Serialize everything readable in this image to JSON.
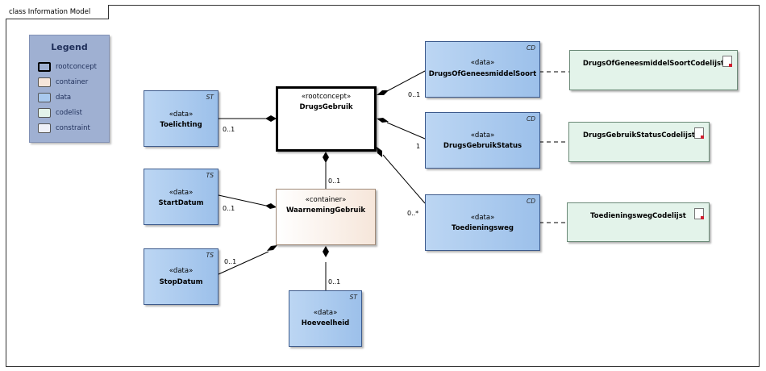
{
  "frame": {
    "title": "class Information Model"
  },
  "legend": {
    "title": "Legend",
    "items": [
      {
        "label": "rootconcept",
        "color": "#ffffff"
      },
      {
        "label": "container",
        "color": "#f6e6da"
      },
      {
        "label": "data",
        "color": "#a9c9ee"
      },
      {
        "label": "codelist",
        "color": "#e3f3ea"
      },
      {
        "label": "constraint",
        "color": "#eef0f8"
      }
    ]
  },
  "classes": {
    "drugsgebruik": {
      "stereotype": "«rootconcept»",
      "name": "DrugsGebruik"
    },
    "waarneminggebruik": {
      "stereotype": "«container»",
      "name": "WaarnemingGebruik"
    },
    "toelichting": {
      "stereotype": "«data»",
      "name": "Toelichting",
      "tag": "ST"
    },
    "startdatum": {
      "stereotype": "«data»",
      "name": "StartDatum",
      "tag": "TS"
    },
    "stopdatum": {
      "stereotype": "«data»",
      "name": "StopDatum",
      "tag": "TS"
    },
    "hoeveelheid": {
      "stereotype": "«data»",
      "name": "Hoeveelheid",
      "tag": "ST"
    },
    "soort": {
      "stereotype": "«data»",
      "name": "DrugsOfGeneesmiddelSoort",
      "tag": "CD"
    },
    "status": {
      "stereotype": "«data»",
      "name": "DrugsGebruikStatus",
      "tag": "CD"
    },
    "toedieningsweg": {
      "stereotype": "«data»",
      "name": "Toedieningsweg",
      "tag": "CD"
    }
  },
  "codelists": {
    "soort": "DrugsOfGeneesmiddelSoortCodelijst",
    "status": "DrugsGebruikStatusCodelijst",
    "toedieningsweg": "ToedieningswegCodelijst"
  },
  "multiplicities": {
    "toelichting": "0..1",
    "waarneming": "0..1",
    "startdatum": "0..1",
    "stopdatum": "0..1",
    "hoeveelheid": "0..1",
    "soort": "0..1",
    "status": "1",
    "toedieningsweg": "0..*"
  }
}
